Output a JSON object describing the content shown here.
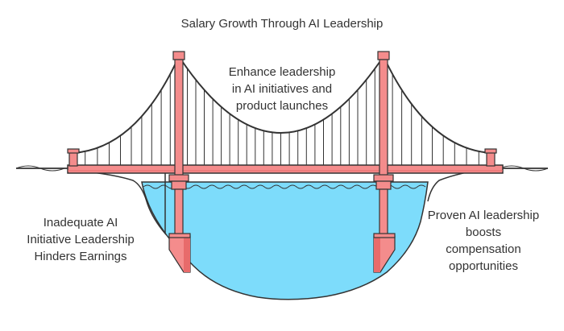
{
  "title": "Salary Growth Through AI Leadership",
  "center_text": [
    "Enhance leadership",
    "in AI initiatives and",
    "product launches"
  ],
  "left_text": [
    "Inadequate AI",
    "Initiative Leadership",
    "Hinders Earnings"
  ],
  "right_text": [
    "Proven AI leadership",
    "boosts",
    "compensation",
    "opportunities"
  ],
  "colors": {
    "tower": "#f48c8c",
    "tower_dark": "#e86b6b",
    "water": "#7ddcfb",
    "outline": "#333333",
    "ground": "#ffffff"
  }
}
